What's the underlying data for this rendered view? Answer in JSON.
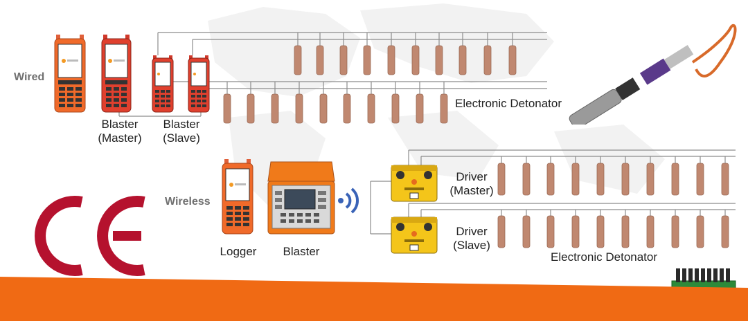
{
  "wired": {
    "title": "Wired",
    "master_label_line1": "Blaster",
    "master_label_line2": "(Master)",
    "slave_label_line1": "Blaster",
    "slave_label_line2": "(Slave)",
    "detonator_label": "Electronic Detonator"
  },
  "wireless": {
    "title": "Wireless",
    "logger_label": "Logger",
    "blaster_label": "Blaster",
    "driver_master_line1": "Driver",
    "driver_master_line2": "(Master)",
    "driver_slave_line1": "Driver",
    "driver_slave_line2": "(Slave)",
    "detonator_label": "Electronic Detonator"
  },
  "certification_mark": "CE",
  "colors": {
    "accent_orange": "#f06a14",
    "ce_red": "#b5122e",
    "detonator_copper": "#c08870",
    "wifi_blue": "#3a63b7",
    "wire_gray": "#8c8c8c"
  }
}
